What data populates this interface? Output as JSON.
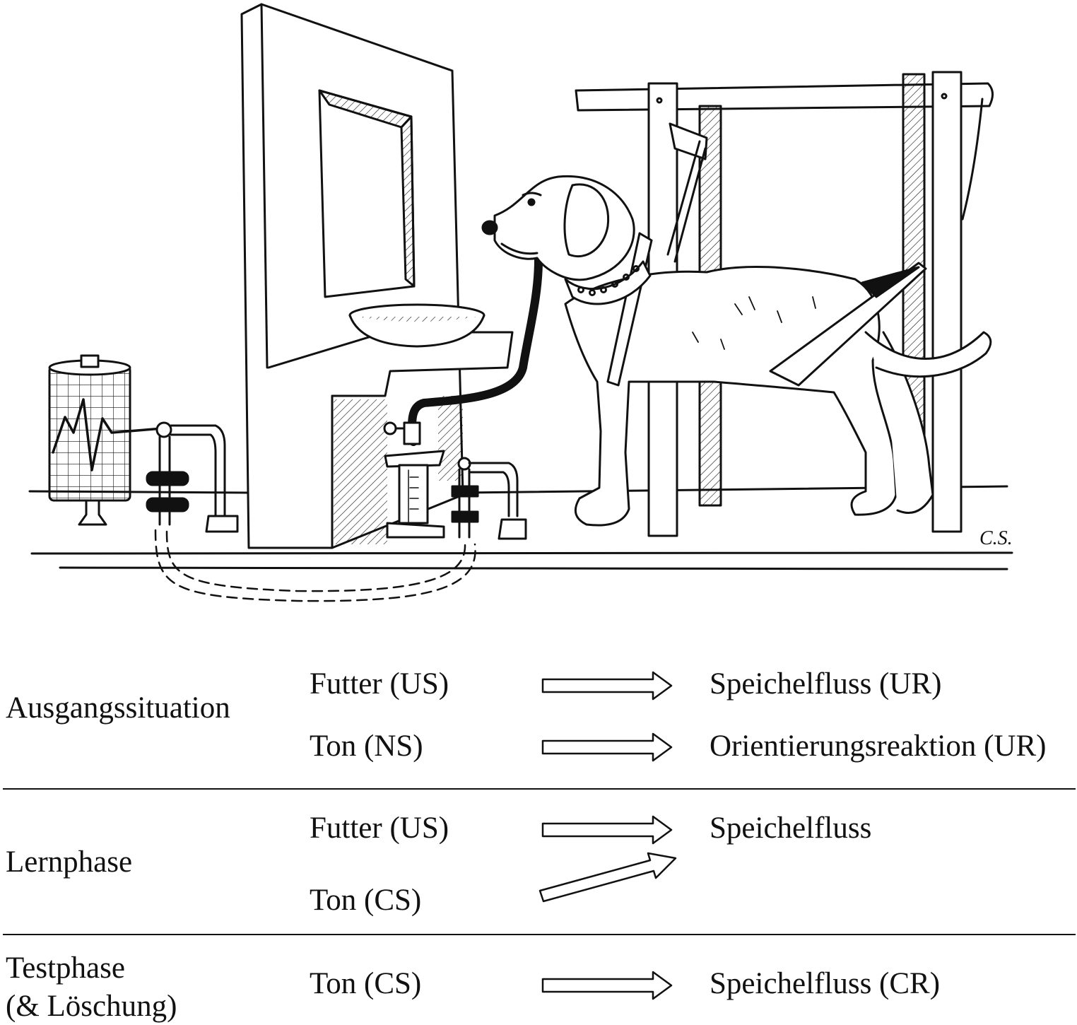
{
  "illustration": {
    "signature": "C.S."
  },
  "phases": [
    {
      "label": "Ausgangssituation",
      "rows": [
        {
          "stimulus": "Futter (US)",
          "response": "Speichelfluss (UR)"
        },
        {
          "stimulus": "Ton (NS)",
          "response": "Orientierungsreaktion (UR)"
        }
      ]
    },
    {
      "label": "Lernphase",
      "rows": [
        {
          "stimulus": "Futter (US)",
          "response": "Speichelfluss"
        },
        {
          "stimulus": "Ton (CS)",
          "response": ""
        }
      ]
    },
    {
      "label_lines": [
        "Testphase",
        "(& Löschung)"
      ],
      "rows": [
        {
          "stimulus": "Ton (CS)",
          "response": "Speichelfluss (CR)"
        }
      ]
    }
  ]
}
